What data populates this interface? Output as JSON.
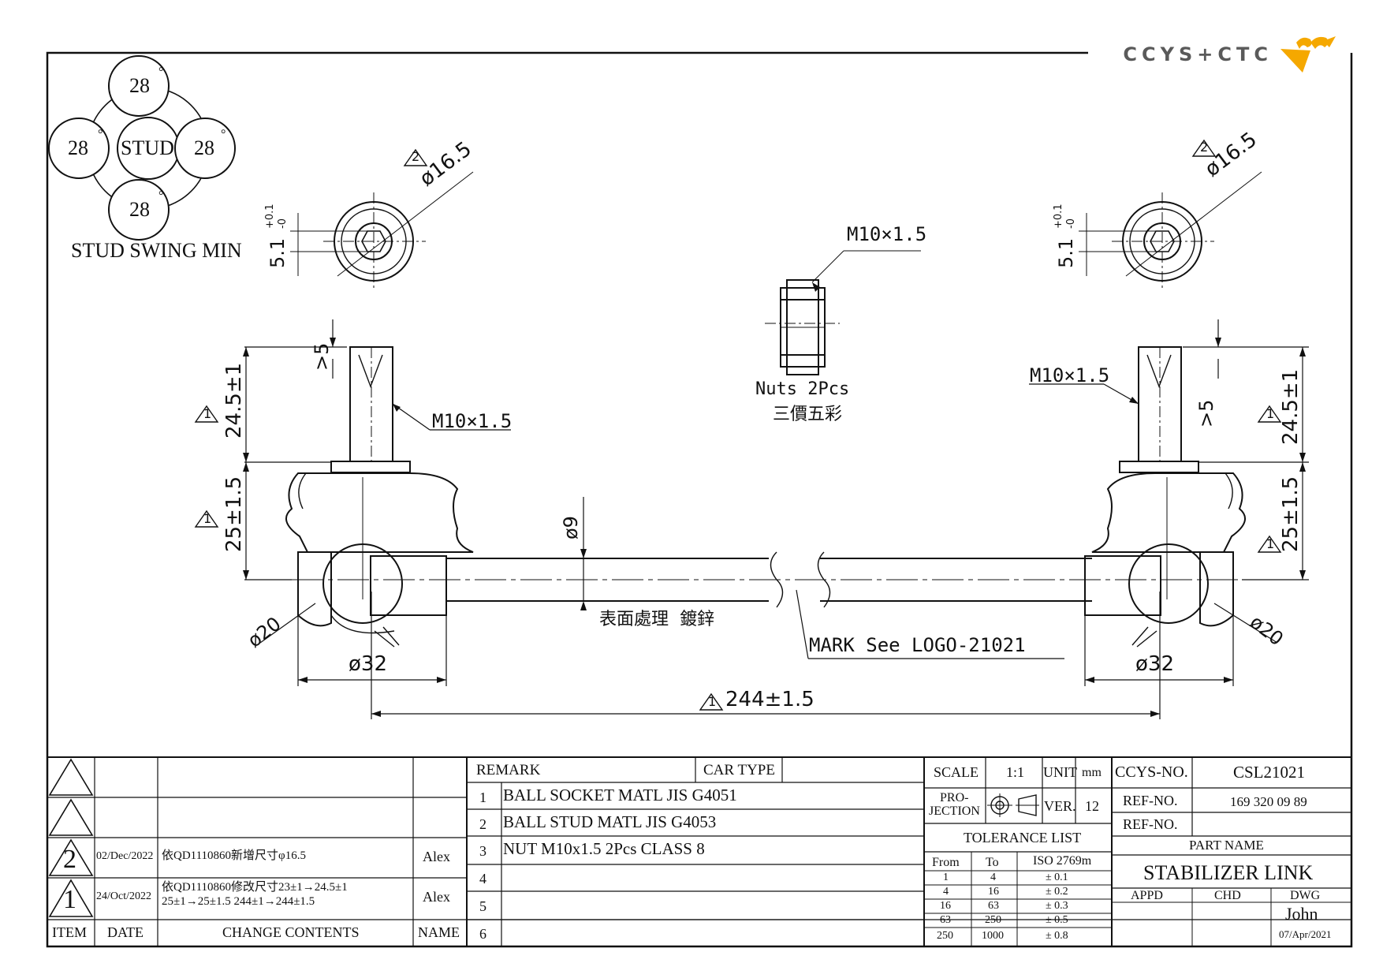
{
  "brand": {
    "logo_text": "CCYS+CTC"
  },
  "stud_swing": {
    "values": [
      "28",
      "28",
      "28",
      "28"
    ],
    "center": "STUD",
    "title": "STUD SWING MIN",
    "unit_mark": "°"
  },
  "dims": {
    "dia165_left": "ø16.5",
    "dia165_right": "ø16.5",
    "rev2_left": "2",
    "rev2_right": "2",
    "hex_left": "5.1",
    "hex_tol_top": "+0.1",
    "hex_tol_bot": "-0",
    "hex_right": "5.1",
    "nut_thread": "M10×1.5",
    "nut_label": "Nuts 2Pcs",
    "nut_finish": "三價五彩",
    "thread_left": "M10×1.5",
    "thread_right": "M10×1.5",
    "h245_left": "24.5±1",
    "h245_right": "24.5±1",
    "h25_left": "25±1.5",
    "h25_right": "25±1.5",
    "gt5_left": ">5",
    "gt5_right": ">5",
    "rod_dia": "ø9",
    "ball_left": "ø20",
    "ball_right": "ø20",
    "socket_left": "ø32",
    "socket_right": "ø32",
    "surface": "表面處理  鍍鋅",
    "mark": "MARK See LOGO-21021",
    "length": "244±1.5",
    "rev1": "1"
  },
  "revisions": {
    "rows": [
      {
        "rev": "",
        "date": "",
        "content": "",
        "name": ""
      },
      {
        "rev": "",
        "date": "",
        "content": "",
        "name": ""
      },
      {
        "rev": "2",
        "date": "02/Dec/2022",
        "content": "依QD1110860新增尺寸φ16.5",
        "name": "Alex"
      },
      {
        "rev": "1",
        "date": "24/Oct/2022",
        "content": "依QD1110860修改尺寸23±1→24.5±1",
        "content2": "25±1→25±1.5 244±1→244±1.5",
        "name": "Alex"
      }
    ],
    "header": {
      "item": "ITEM",
      "date": "DATE",
      "contents": "CHANGE CONTENTS",
      "name": "NAME"
    }
  },
  "remarks": {
    "remark_label": "REMARK",
    "car_type_label": "CAR TYPE",
    "items": [
      {
        "no": "1",
        "text": "BALL SOCKET MATL JIS G4051"
      },
      {
        "no": "2",
        "text": "BALL STUD MATL JIS G4053"
      },
      {
        "no": "3",
        "text": "NUT M10x1.5 2Pcs CLASS 8"
      },
      {
        "no": "4",
        "text": ""
      },
      {
        "no": "5",
        "text": ""
      },
      {
        "no": "6",
        "text": ""
      }
    ]
  },
  "titleblock": {
    "scale_label": "SCALE",
    "scale": "1:1",
    "unit_label": "UNIT",
    "unit": "mm",
    "projection_l1": "PRO-",
    "projection_l2": "JECTION",
    "ver_label": "VER.",
    "ver": "12",
    "tolerance_title": "TOLERANCE LIST",
    "tol_from": "From",
    "tol_to": "To",
    "tol_std": "ISO 2769m",
    "tolerances": [
      {
        "from": "1",
        "to": "4",
        "tol": "± 0.1"
      },
      {
        "from": "4",
        "to": "16",
        "tol": "± 0.2"
      },
      {
        "from": "16",
        "to": "63",
        "tol": "± 0.3"
      },
      {
        "from": "63",
        "to": "250",
        "tol": "± 0.5"
      },
      {
        "from": "250",
        "to": "1000",
        "tol": "± 0.8"
      }
    ],
    "ccys_label": "CCYS-NO.",
    "ccys_no": "CSL21021",
    "ref_label": "REF-NO.",
    "ref_no": "169 320 09 89",
    "ref2_label": "REF-NO.",
    "ref2_no": "",
    "part_name_label": "PART NAME",
    "part_name": "STABILIZER LINK",
    "appd": "APPD",
    "chd": "CHD",
    "dwg": "DWG",
    "drawer": "John",
    "date": "07/Apr/2021"
  }
}
